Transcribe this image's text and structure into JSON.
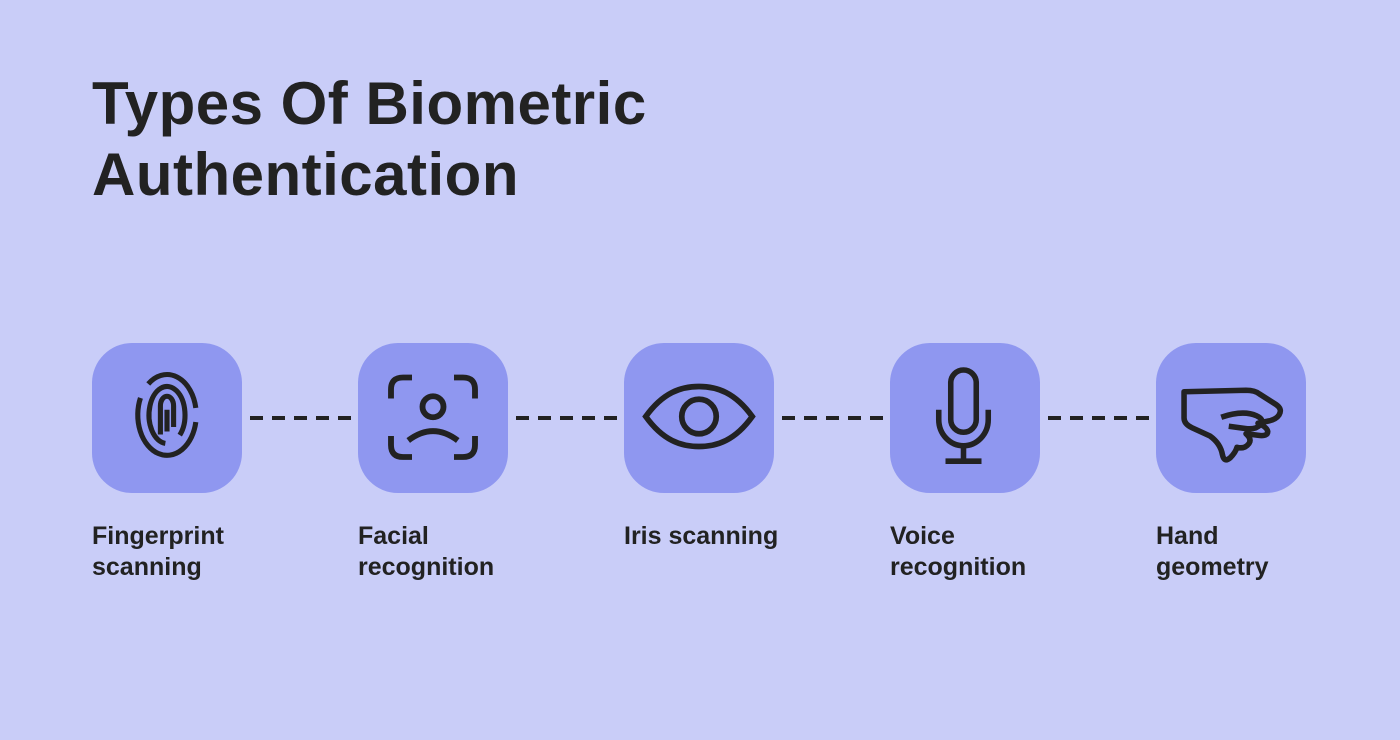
{
  "colors": {
    "background": "#c9cdf8",
    "tile": "#8f97f0",
    "ink": "#222222"
  },
  "title": "Types Of Biometric\nAuthentication",
  "connector": {
    "style": "dashed",
    "dash_count_between_tiles": 5
  },
  "items": [
    {
      "label": "Fingerprint\nscanning",
      "icon": "fingerprint-icon"
    },
    {
      "label": "Facial\nrecognition",
      "icon": "face-scan-icon"
    },
    {
      "label": "Iris scanning",
      "icon": "eye-icon"
    },
    {
      "label": "Voice\nrecognition",
      "icon": "microphone-icon"
    },
    {
      "label": "Hand\ngeometry",
      "icon": "hand-icon"
    }
  ]
}
